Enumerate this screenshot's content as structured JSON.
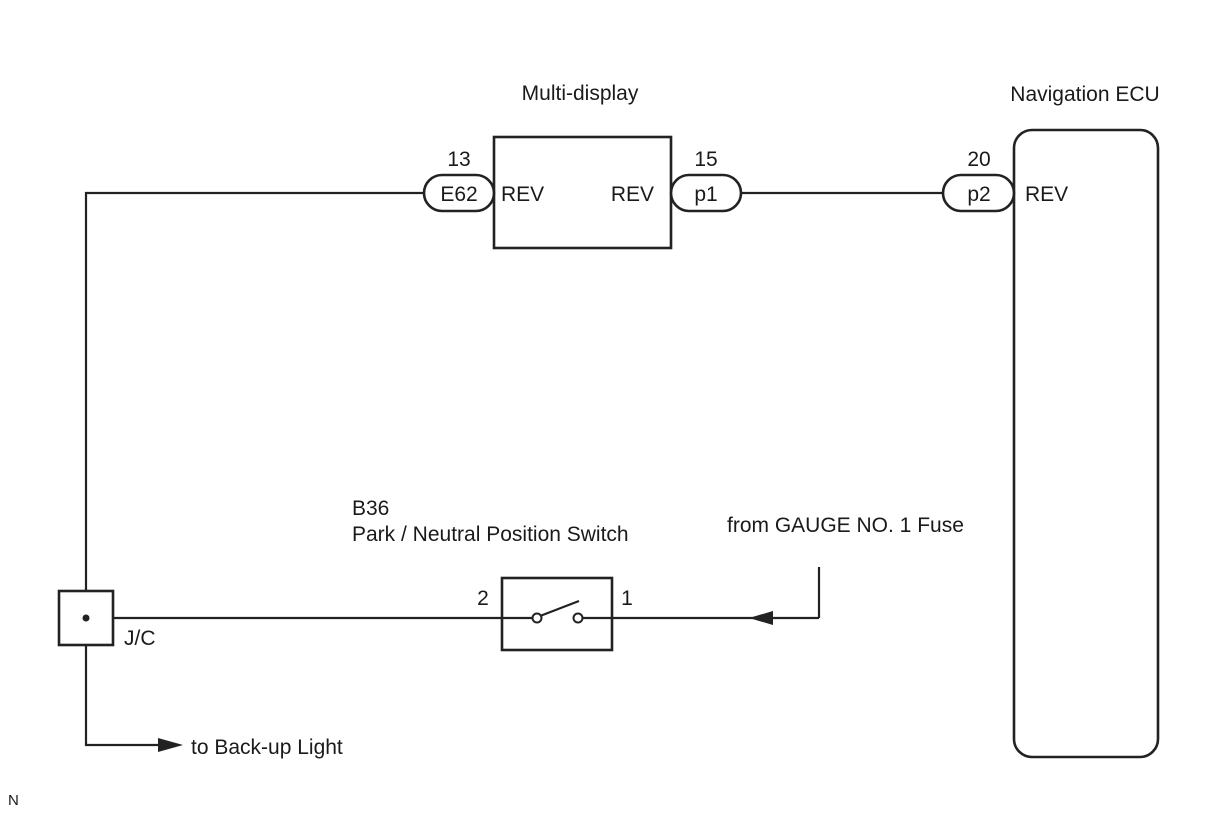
{
  "multi_display": {
    "title": "Multi-display",
    "left_pin_label": "REV",
    "right_pin_label": "REV"
  },
  "navigation_ecu": {
    "title": "Navigation ECU",
    "pin_label": "REV"
  },
  "connectors": {
    "e62": {
      "name": "E62",
      "pin": "13"
    },
    "p1": {
      "name": "p1",
      "pin": "15"
    },
    "p2": {
      "name": "p2",
      "pin": "20"
    }
  },
  "switch": {
    "code": "B36",
    "name": "Park / Neutral Position Switch",
    "pin_left": "2",
    "pin_right": "1"
  },
  "fuse_source": "from GAUGE NO. 1 Fuse",
  "junction": {
    "label": "J/C"
  },
  "output": "to Back-up Light",
  "corner_mark": "N"
}
